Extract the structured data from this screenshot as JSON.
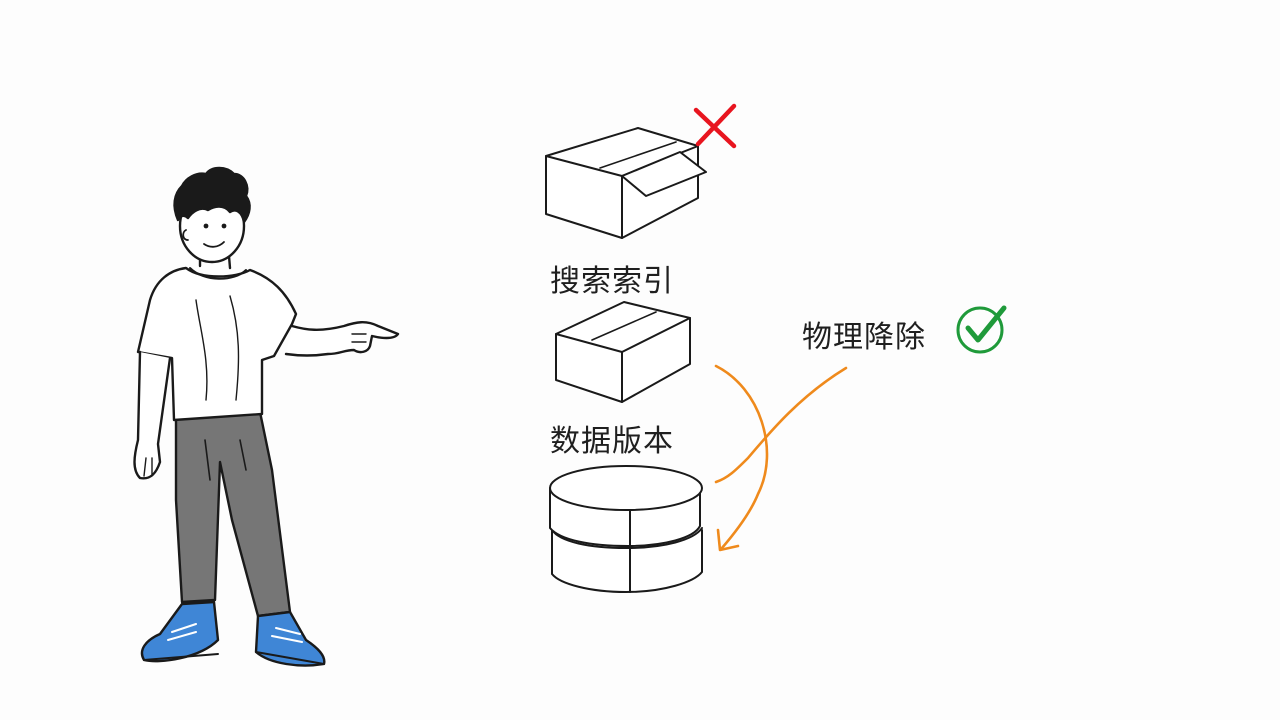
{
  "labels": {
    "search_index": "搜索索引",
    "data_version": "数据版本",
    "physical_demotion": "物理降除"
  },
  "marks": {
    "reject_mark": "cross-icon",
    "approve_mark": "check-circle-icon"
  },
  "colors": {
    "cross": "#e8151f",
    "check": "#1f9a3a",
    "arrow": "#ef8a1c",
    "shoes": "#3f86d6",
    "pants": "#767676",
    "ink": "#1a1a1a"
  }
}
